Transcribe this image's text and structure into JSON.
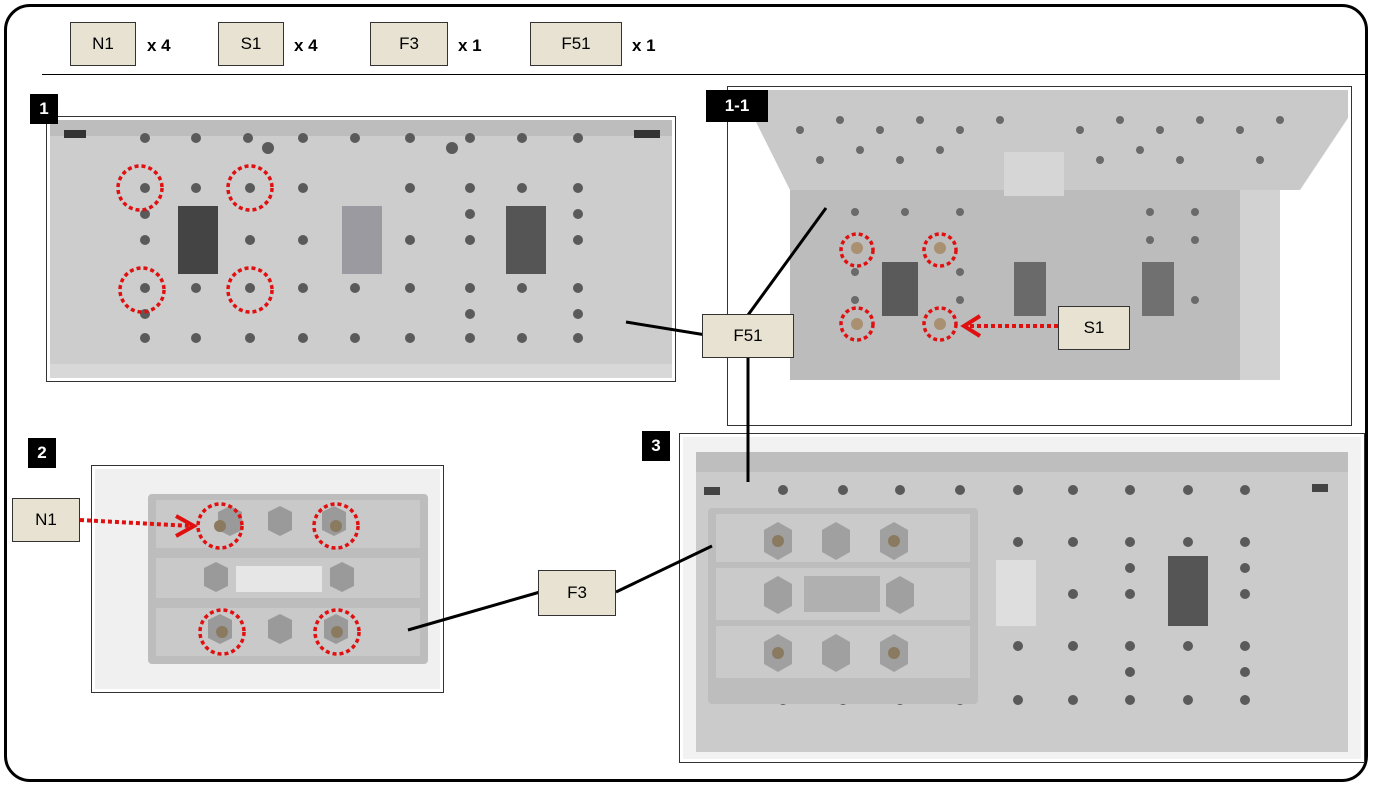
{
  "parts": [
    {
      "code": "N1",
      "qty": "x 4"
    },
    {
      "code": "S1",
      "qty": "x 4"
    },
    {
      "code": "F3",
      "qty": "x 1"
    },
    {
      "code": "F51",
      "qty": "x 1"
    }
  ],
  "steps": {
    "s1": "1",
    "s11": "1-1",
    "s2": "2",
    "s3": "3"
  },
  "callouts": {
    "f51": "F51",
    "s1": "S1",
    "n1": "N1",
    "f3": "F3"
  },
  "colors": {
    "plastic": "#cfcfcf",
    "plastic_dark": "#b8b8b8",
    "hole": "#555555",
    "highlight": "#e01010",
    "tag_bg": "#e7e2d1"
  }
}
